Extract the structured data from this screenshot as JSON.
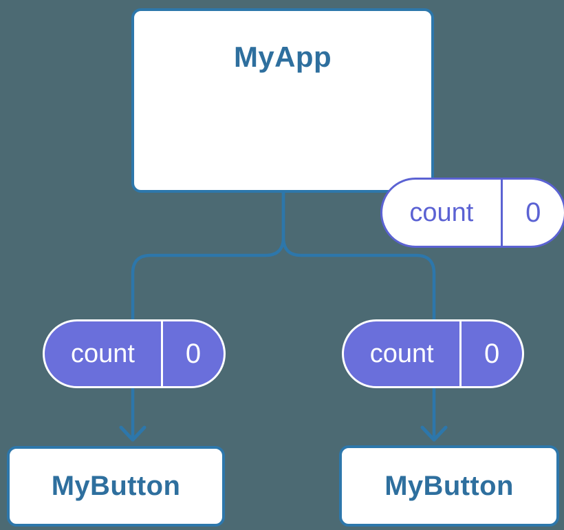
{
  "colors": {
    "background": "#4C6A73",
    "line": "#2D77AB",
    "card_border": "#2D77AB",
    "card_text": "#2E6F9E",
    "pill_fill": "#6A6FDB",
    "pill_stroke": "#5B62D3"
  },
  "tree": {
    "root": {
      "label": "MyApp",
      "state": {
        "key": "count",
        "value": "0"
      }
    },
    "children": [
      {
        "label": "MyButton",
        "prop": {
          "key": "count",
          "value": "0"
        }
      },
      {
        "label": "MyButton",
        "prop": {
          "key": "count",
          "value": "0"
        }
      }
    ]
  }
}
